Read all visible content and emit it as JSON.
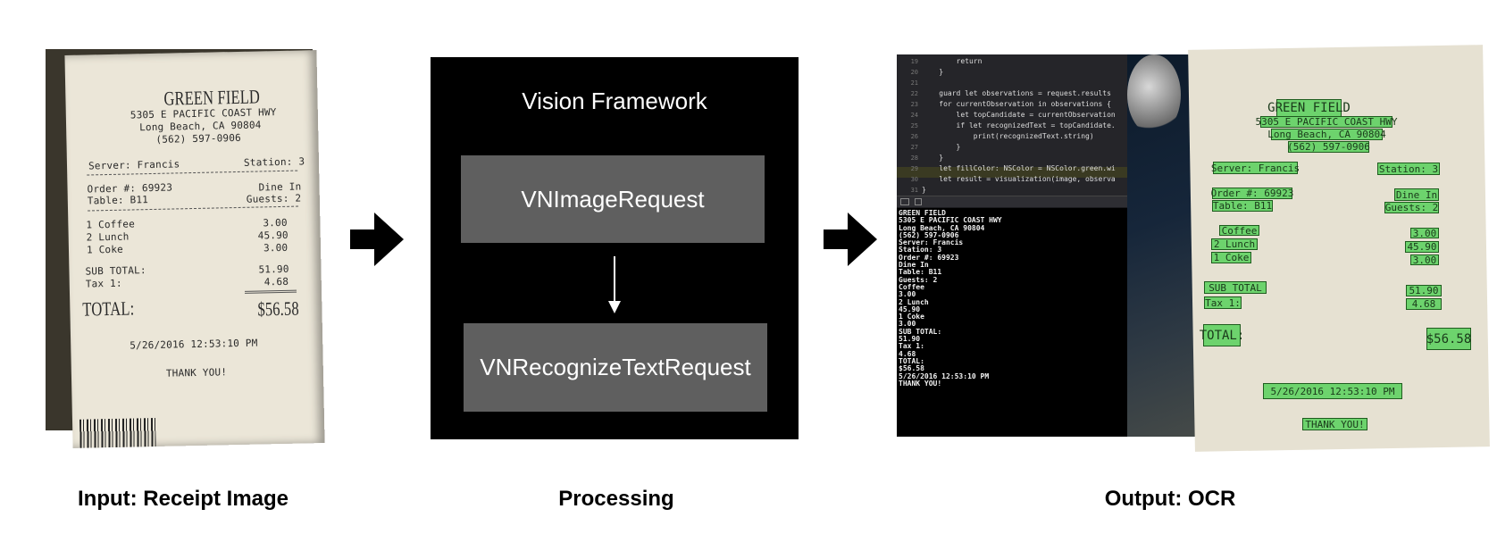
{
  "captions": {
    "input": "Input: Receipt Image",
    "processing": "Processing",
    "output": "Output: OCR"
  },
  "processing": {
    "title": "Vision Framework",
    "step1": "VNImageRequest",
    "step2": "VNRecognizeTextRequest",
    "panel_color": "#000000",
    "box_color": "#5f5f5f"
  },
  "receipt": {
    "name": "GREEN FIELD",
    "address1": "5305 E PACIFIC COAST HWY",
    "address2": "Long Beach, CA 90804",
    "phone": "(562) 597-0906",
    "server": "Server: Francis",
    "station": "Station: 3",
    "order": "Order #: 69923",
    "dine": "Dine In",
    "table": "Table: B11",
    "guests": "Guests: 2",
    "items": [
      {
        "label": "1 Coffee",
        "price": "3.00"
      },
      {
        "label": "2 Lunch",
        "price": "45.90"
      },
      {
        "label": "1 Coke",
        "price": "3.00"
      }
    ],
    "subtotal_label": "SUB TOTAL:",
    "subtotal": "51.90",
    "tax_label": "Tax 1:",
    "tax": "4.68",
    "total_label": "TOTAL:",
    "total": "$56.58",
    "datetime": "5/26/2016 12:53:10 PM",
    "thanks": "THANK YOU!"
  },
  "code": {
    "lines": [
      {
        "n": "19",
        "t": "        return"
      },
      {
        "n": "20",
        "t": "    }"
      },
      {
        "n": "21",
        "t": ""
      },
      {
        "n": "22",
        "t": "    guard let observations = request.results"
      },
      {
        "n": "23",
        "t": "    for currentObservation in observations {"
      },
      {
        "n": "24",
        "t": "        let topCandidate = currentObservation"
      },
      {
        "n": "25",
        "t": "        if let recognizedText = topCandidate."
      },
      {
        "n": "26",
        "t": "            print(recognizedText.string)"
      },
      {
        "n": "27",
        "t": "        }"
      },
      {
        "n": "28",
        "t": "    }"
      },
      {
        "n": "29",
        "t": "    let fillColor: NSColor = NSColor.green.wi"
      },
      {
        "n": "30",
        "t": "    let result = visualization(image, observa"
      },
      {
        "n": "31",
        "t": "}"
      }
    ]
  },
  "console": {
    "lines": [
      "GREEN FIELD",
      "5305 E PACIFIC COAST HWY",
      "Long Beach, CA 90804",
      "(562) 597-0906",
      "Server: Francis",
      "Station: 3",
      "Order #: 69923",
      "Dine In",
      "Table: B11",
      "Guests: 2",
      "Coffee",
      "3.00",
      "2 Lunch",
      "45.90",
      "1 Coke",
      "3.00",
      "SUB TOTAL:",
      "51.90",
      "Tax 1:",
      "4.68",
      "TOTAL:",
      "$56.58",
      "5/26/2016 12:53:10 PM",
      "THANK YOU!"
    ]
  },
  "ocr_boxes": {
    "name": "GREEN FIELD",
    "address1": "5305 E PACIFIC COAST HWY",
    "address2": "Long Beach, CA 90804",
    "phone": "(562) 597-0906",
    "server": "Server: Francis",
    "station": "Station: 3",
    "order": "Order #: 69923",
    "dine": "Dine In",
    "table": "Table: B11",
    "guests": "Guests: 2",
    "coffee": "Coffee",
    "lunch": "2 Lunch",
    "coke": "1 Coke",
    "p1": "3.00",
    "p2": "45.90",
    "p3": "3.00",
    "subtotal_label": "SUB TOTAL",
    "tax_label": "Tax 1:",
    "subtotal": "51.90",
    "tax": "4.68",
    "total_label": "TOTAL:",
    "total": "$56.58",
    "datetime": "5/26/2016 12:53:10 PM",
    "thanks": "THANK YOU!",
    "box_color": "#6dd36d"
  }
}
